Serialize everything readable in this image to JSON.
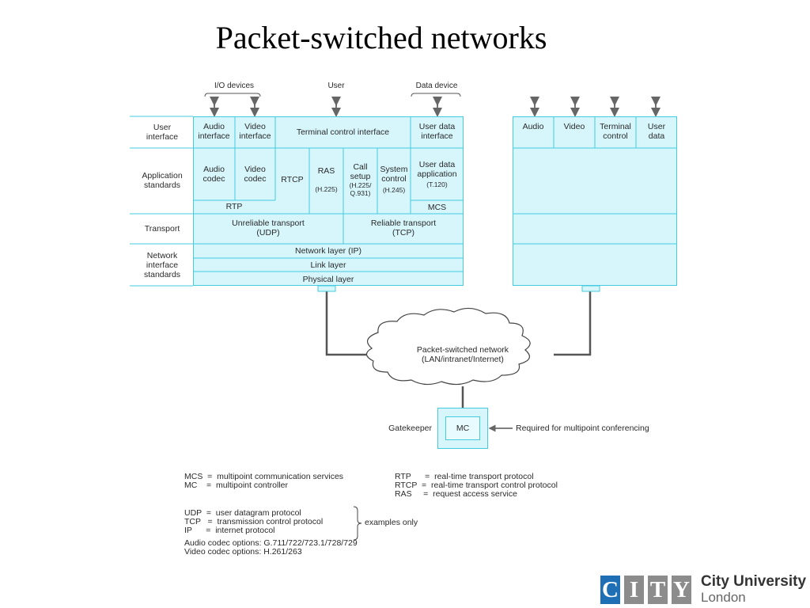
{
  "slide": {
    "title": "Packet-switched networks"
  },
  "terminal": {
    "top_labels": {
      "io_devices": "I/O devices",
      "user": "User",
      "data_device": "Data device"
    },
    "row_labels": {
      "user_interface": "User\ninterface",
      "application_standards": "Application\nstandards",
      "transport": "Transport",
      "network_interface_standards": "Network\ninterface\nstandards"
    },
    "cells": {
      "audio_interface": "Audio\ninterface",
      "video_interface": "Video\ninterface",
      "terminal_control_interface": "Terminal control interface",
      "user_data_interface": "User data\ninterface",
      "audio_codec": "Audio\ncodec",
      "video_codec": "Video\ncodec",
      "rtcp": "RTCP",
      "ras": "RAS",
      "ras_std": "(H.225)",
      "call_setup": "Call\nsetup",
      "call_setup_std": "(H.225/\nQ.931)",
      "system_control": "System\ncontrol",
      "system_control_std": "(H.245)",
      "user_data_application": "User data\napplication",
      "user_data_application_std": "(T.120)",
      "rtp": "RTP",
      "mcs": "MCS",
      "unreliable_transport": "Unreliable transport\n(UDP)",
      "reliable_transport": "Reliable transport\n(TCP)",
      "network_layer": "Network layer (IP)",
      "link_layer": "Link layer",
      "physical_layer": "Physical layer"
    }
  },
  "remote_terminal": {
    "cells": {
      "audio": "Audio",
      "video": "Video",
      "terminal_control": "Terminal\ncontrol",
      "user_data": "User\ndata"
    }
  },
  "network": {
    "cloud_label": "Packet-switched network\n(LAN/intranet/Internet)",
    "gatekeeper_label": "Gatekeeper",
    "mc_label": "MC",
    "mc_note": "Required for multipoint conferencing"
  },
  "legend": {
    "left_col": [
      "MCS  =  multipoint communication services",
      "MC    =  multipoint controller"
    ],
    "right_col": [
      "RTP      =  real-time transport protocol",
      "RTCP  =  real-time transport control protocol",
      "RAS     =  request access service"
    ],
    "protocols": [
      "UDP  =  user datagram protocol",
      "TCP   =  transmission control protocol",
      "IP      =  internet protocol"
    ],
    "examples_only": "examples only",
    "audio_codecs": "Audio codec options: G.711/722/723.1/728/729",
    "video_codecs": "Video codec options: H.261/263"
  },
  "logo": {
    "letters": [
      "C",
      "I",
      "T",
      "Y"
    ],
    "name_line1": "City University",
    "name_line2": "London",
    "colors": {
      "blue": "#1f6fb4",
      "grey": "#8c8c8c",
      "dark": "#333333"
    }
  },
  "colors": {
    "cyan_fill": "#d6f6fb",
    "cyan_border": "#44cbe0",
    "connector": "#555555"
  }
}
